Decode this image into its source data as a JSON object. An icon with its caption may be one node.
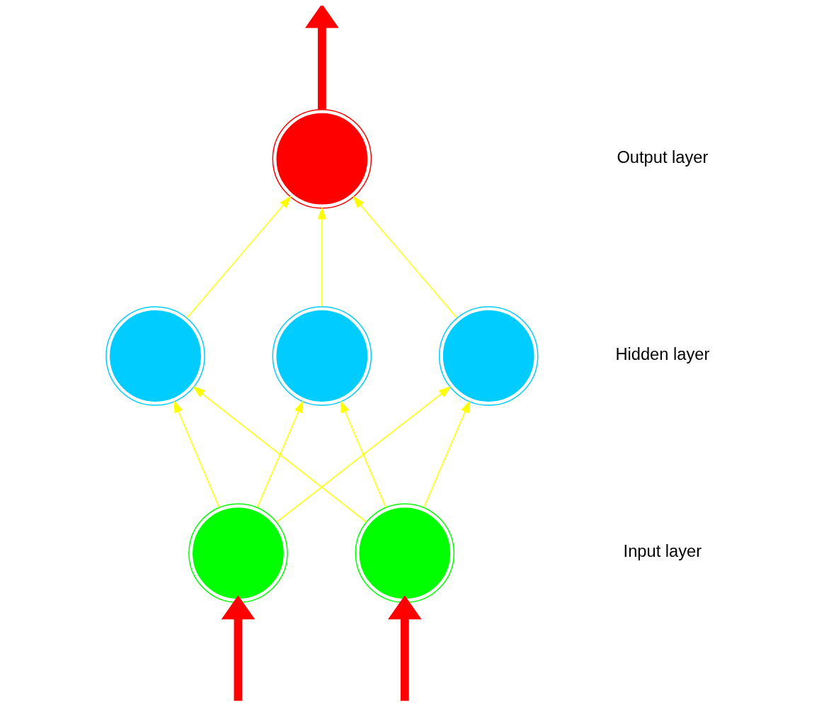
{
  "diagram": {
    "nodes": [
      {
        "text": [],
        "shape": "circle"
      },
      {
        "text": [],
        "shape": "circle"
      },
      {
        "text": [],
        "shape": "circle"
      },
      {
        "text": [],
        "shape": "circle"
      },
      {
        "text": [],
        "shape": "circle"
      },
      {
        "text": [],
        "shape": "circle"
      }
    ],
    "edges": [
      {
        "from": 0,
        "to": null,
        "arrow": "to",
        "style": "thick",
        "color": "#ff0000"
      },
      {
        "from": 1,
        "to": 0,
        "arrow": "to"
      },
      {
        "from": 2,
        "to": 0,
        "arrow": "to"
      },
      {
        "from": 3,
        "to": 0,
        "arrow": "to"
      },
      {
        "from": 4,
        "to": 1,
        "arrow": "to"
      },
      {
        "from": 4,
        "to": 2,
        "arrow": "to"
      },
      {
        "from": 4,
        "to": 3,
        "arrow": "to"
      },
      {
        "from": 5,
        "to": 1,
        "arrow": "to"
      },
      {
        "from": 5,
        "to": 2,
        "arrow": "to"
      },
      {
        "from": 5,
        "to": 3,
        "arrow": "to"
      },
      {
        "from": null,
        "to": 4,
        "arrow": "to",
        "style": "thick",
        "color": "#ff0000"
      },
      {
        "from": null,
        "to": 5,
        "arrow": "to",
        "style": "thick",
        "color": "#ff0000"
      }
    ],
    "labels": [
      "Output layer",
      "Hidden layer",
      "Input layer"
    ]
  }
}
